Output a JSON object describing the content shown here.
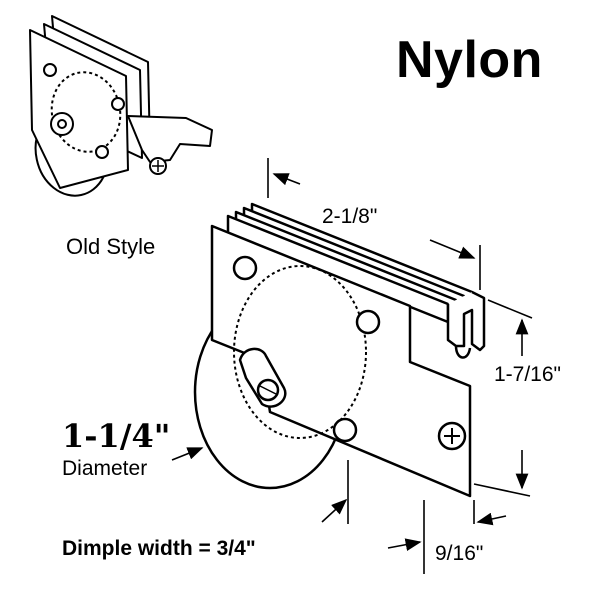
{
  "title": "Nylon",
  "old_style_label": "Old Style",
  "dimensions": {
    "width": "2-1/8\"",
    "height": "1-7/16\"",
    "diameter_value": "1-1/4\"",
    "diameter_caption": "Diameter",
    "dimple_width": "Dimple width = 3/4\"",
    "depth": "9/16\""
  }
}
